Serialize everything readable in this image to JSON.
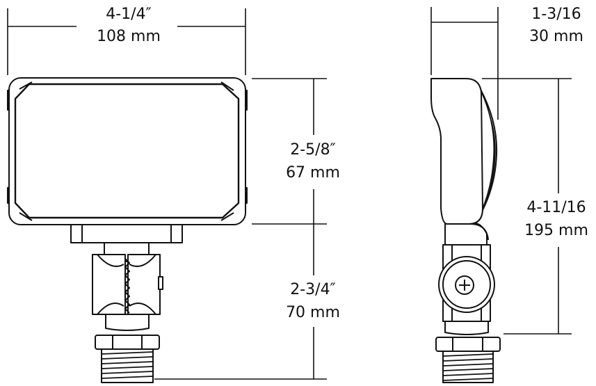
{
  "dimensions": {
    "front_width": {
      "imperial": "4-1/4″",
      "metric": "108 mm"
    },
    "head_height": {
      "imperial": "2-5/8″",
      "metric": "67 mm"
    },
    "mount_height": {
      "imperial": "2-3/4″",
      "metric": "70 mm"
    },
    "side_depth": {
      "imperial": "1-3/16",
      "metric": "30 mm"
    },
    "side_height": {
      "imperial": "4-11/16",
      "metric": "195 mm"
    }
  }
}
